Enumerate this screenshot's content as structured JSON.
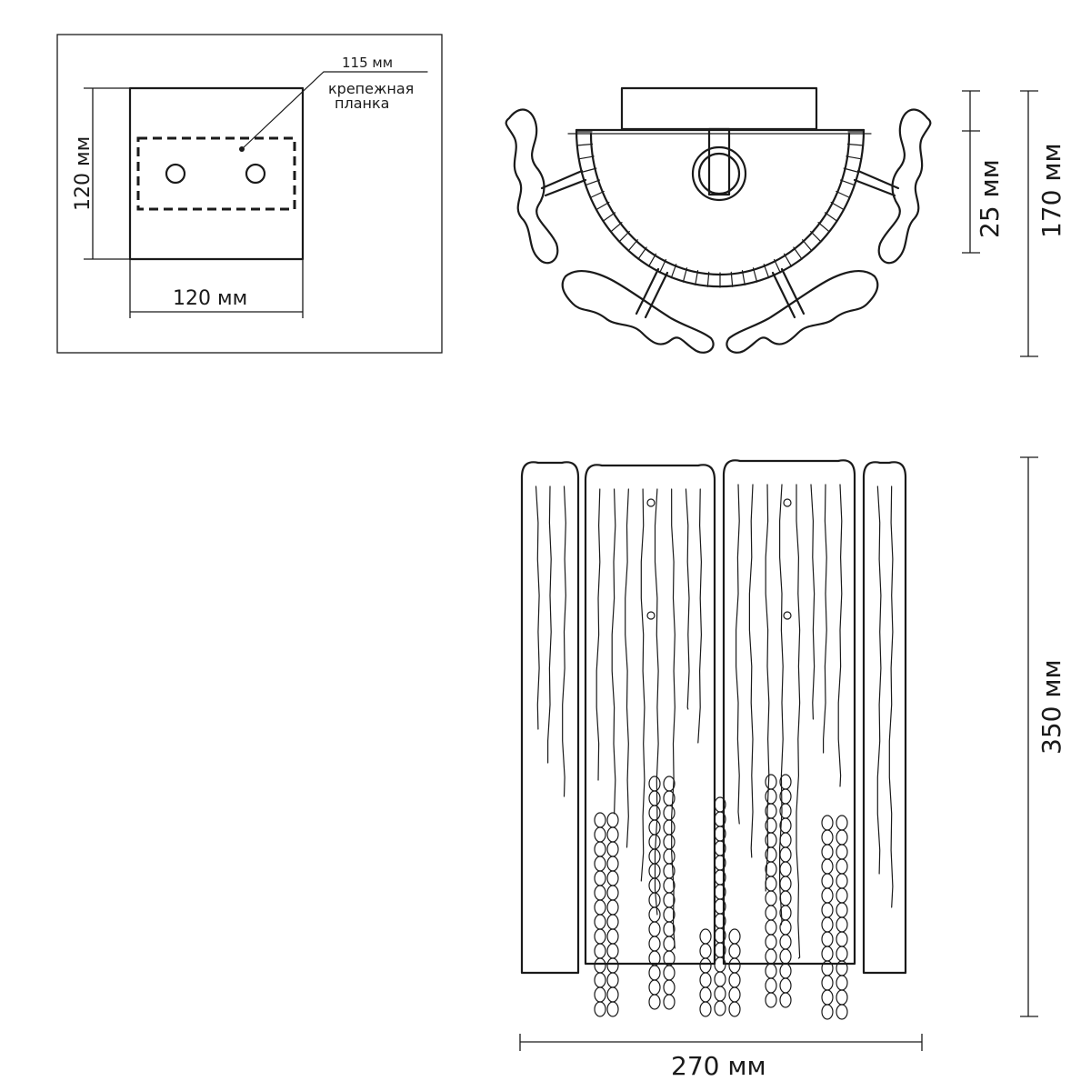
{
  "mounting_plate": {
    "label_115": "115 мм",
    "label_bracket_line1": "крепежная",
    "label_bracket_line2": "планка",
    "label_height": "120 мм",
    "label_width": "120 мм"
  },
  "top_view": {
    "label_base": "25 мм",
    "label_depth": "170 мм"
  },
  "front_view": {
    "label_height": "350 мм",
    "label_width": "270 мм"
  }
}
